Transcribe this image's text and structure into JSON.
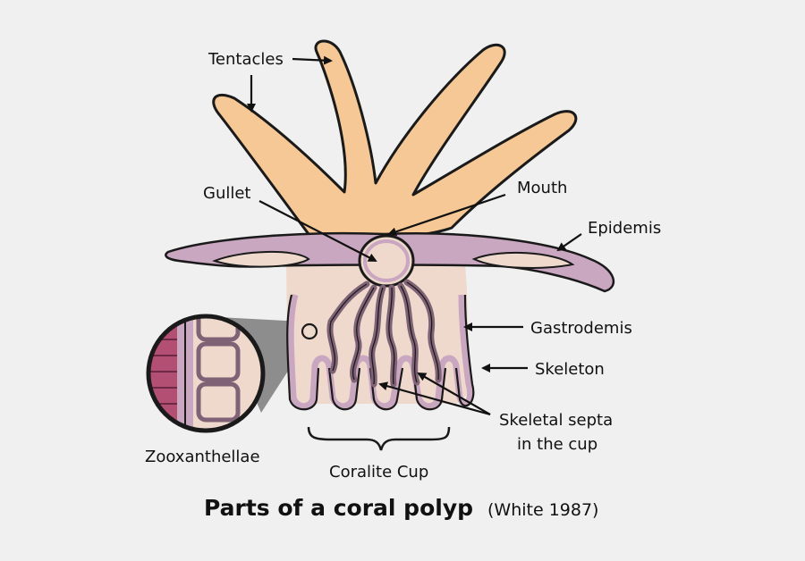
{
  "labels": {
    "tentacles": "Tentacles",
    "gullet": "Gullet",
    "mouth": "Mouth",
    "epidemis": "Epidemis",
    "gastrodemis": "Gastrodemis",
    "skeleton": "Skeleton",
    "septa_line1": "Skeletal septa",
    "septa_line2": "in the cup",
    "zooxanthellae": "Zooxanthellae",
    "coralite_cup": "Coralite Cup"
  },
  "title": "Parts of a coral polyp",
  "citation": "(White 1987)",
  "colors": {
    "tentacle": "#f6c896",
    "body": "#eed9cc",
    "membrane": "#c9a7c0",
    "septa": "#7f6275",
    "zoo_cell": "#b34f73",
    "outline": "#1a1a1a",
    "background": "#f0f0f0"
  }
}
